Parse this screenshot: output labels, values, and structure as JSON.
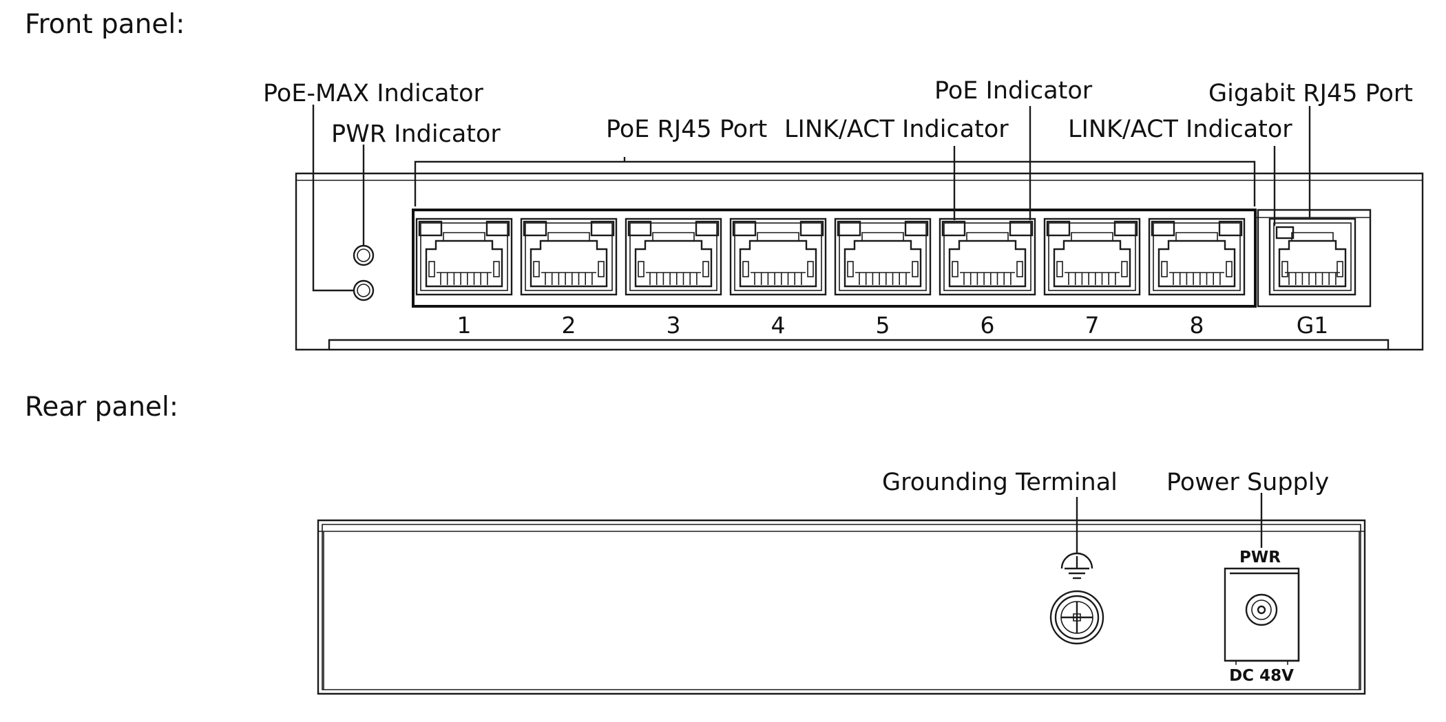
{
  "front_panel": {
    "heading": "Front panel:",
    "callouts": {
      "poe_max_indicator": "PoE-MAX Indicator",
      "pwr_indicator": "PWR Indicator",
      "poe_rj45_port": "PoE RJ45 Port",
      "link_act_indicator": "LINK/ACT Indicator",
      "poe_indicator": "PoE Indicator",
      "link_act_indicator_gigabit": "LINK/ACT Indicator",
      "gigabit_rj45_port": "Gigabit RJ45 Port"
    },
    "ports": [
      "1",
      "2",
      "3",
      "4",
      "5",
      "6",
      "7",
      "8",
      "G1"
    ]
  },
  "rear_panel": {
    "heading": "Rear panel:",
    "callouts": {
      "grounding_terminal": "Grounding Terminal",
      "power_supply": "Power Supply"
    },
    "power_label_top": "PWR",
    "power_label_bottom": "DC 48V"
  }
}
